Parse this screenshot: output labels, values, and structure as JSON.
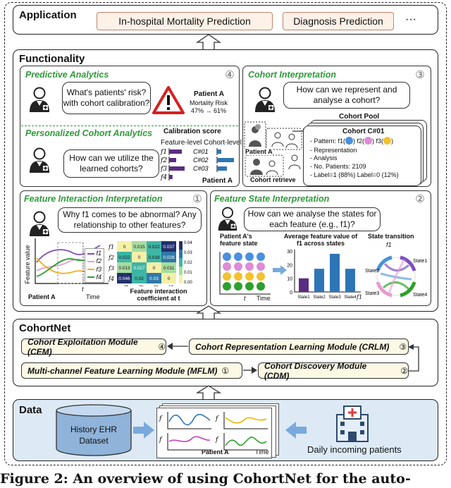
{
  "application": {
    "title": "Application",
    "tasks": [
      "In-hospital Mortality Prediction",
      "Diagnosis Prediction"
    ],
    "more": "···"
  },
  "functionality": {
    "title": "Functionality",
    "predictive": {
      "title": "Predictive Analytics",
      "num": "④",
      "question": "What's patients' risk? with cohort calibration?",
      "patient": "Patient A",
      "risk_label": "Mortality Risk",
      "risk_value": "47% → 61%"
    },
    "personalized": {
      "title": "Personalized Cohort Analytics",
      "question": "How can we utilize the learned cohorts?",
      "calib_title": "Calibration score",
      "feature_level": "Feature-level",
      "cohort_level": "Cohort-level",
      "features": [
        "f1",
        "f2",
        "f3",
        "f4"
      ],
      "feature_scores": [
        0.45,
        0.25,
        0.55,
        0.12
      ],
      "cohorts": [
        "C#01",
        "C#02",
        "C#03"
      ],
      "cohort_scores": [
        0.15,
        0.6,
        0.35
      ],
      "patient": "Patient A"
    },
    "cohort_interp": {
      "title": "Cohort Interpretation",
      "num": "③",
      "question": "How can we represent and analyse a cohort?",
      "pool": "Cohort Pool",
      "patient": "Patient A",
      "retrieve": "Cohort retrieve",
      "card_title": "Cohort C#01",
      "pattern_prefix": "- Pattern: f1(",
      "lines": [
        "- Representation",
        "- Analysis",
        "- No. Patients: 2109",
        "- Label=1 (88%) Label=0 (12%)"
      ]
    },
    "fii": {
      "title": "Feature Interaction Interpretation",
      "num": "①",
      "question": "Why f1 comes to be abnormal? Any relationship to other features?",
      "ylabel": "Feature value",
      "xlabel": "Time",
      "patient": "Patient A",
      "t": "t",
      "legend": [
        "f1",
        "f2",
        "f3",
        "f4"
      ],
      "matrix_rows": [
        "f1",
        "f2",
        "f3",
        "f4"
      ],
      "matrix": [
        [
          "0",
          "0.015",
          "0.022",
          "0.037"
        ],
        [
          "0.022",
          "0",
          "0.018",
          "0.028"
        ],
        [
          "0.013",
          "0.027",
          "0",
          "0.011"
        ],
        [
          "0.046",
          "0.02",
          "0.03",
          "0"
        ]
      ],
      "scale": [
        "0.04",
        "0.03",
        "0.02",
        "0.01",
        "0.00"
      ],
      "caption": "Feature interaction coefficient at t"
    },
    "fsi": {
      "title": "Feature State Interpretation",
      "num": "②",
      "question": "How can we analyse the states for each feature (e.g., f1)?",
      "state_title": "Patient A's feature state",
      "avg_title": "Average feature value of f1 across states",
      "states": [
        "State1",
        "State2",
        "State3",
        "State4"
      ],
      "avg_values": [
        10,
        17,
        28,
        17
      ],
      "ticks": [
        "30",
        "20",
        "10",
        "0"
      ],
      "t": "t",
      "xlabel": "Time",
      "transition_title": "State transition",
      "transition_f": "f1",
      "f1": "f1"
    }
  },
  "cohortnet": {
    "title": "CohortNet",
    "cem": "Cohort Exploitation Module (CEM)",
    "cem_num": "④",
    "crlm": "Cohort Representation Learning Module (CRLM)",
    "crlm_num": "③",
    "mflm": "Multi-channel Feature Learning Module (MFLM)",
    "mflm_num": "①",
    "cdm": "Cohort Discovery Module (CDM)",
    "cdm_num": "②"
  },
  "data": {
    "title": "Data",
    "ehr": "History EHR Dataset",
    "patient": "Patient A",
    "time": "Time",
    "daily": "Daily incoming patients"
  },
  "caption": "Figure 2: An overview of using CohortNet for the auto-",
  "colors": {
    "accent_green": "#2f9a3a",
    "pill_border": "#c9826a",
    "pill_fill": "#fdf1e8",
    "module_fill": "#fdf8e4",
    "data_fill": "#ddeaf5",
    "bar_blue": "#2e75b6",
    "bar_purple": "#5a2d82"
  }
}
